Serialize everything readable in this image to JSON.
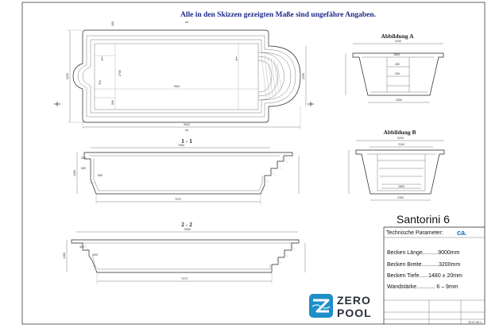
{
  "header": {
    "note": "Alle in den Skizzen gezeigten Maße sind ungefähre Angaben."
  },
  "plan": {
    "length_label": "9000",
    "inner_length_label": "7500",
    "width_label": "3200",
    "width_label_right": "2200",
    "small_dims": [
      "300",
      "500",
      "2700"
    ]
  },
  "section_1": {
    "label": "1 - 1",
    "top_dim": "7500",
    "bottom_dim": "7070",
    "side_dims": [
      "1480",
      "300",
      "500",
      "950"
    ]
  },
  "section_2": {
    "label": "2 - 2",
    "top_dim": "9000",
    "bottom_dim": "7070",
    "side_dims": [
      "1480",
      "300",
      "500"
    ]
  },
  "abbildung_a": {
    "title": "Abbildung A",
    "top_dim": "3200",
    "inner_dims": [
      "1500",
      "450",
      "250"
    ],
    "bottom_dim": "2300"
  },
  "abbildung_b": {
    "title": "Abbildung B",
    "top_dim": "3200",
    "upper_dim": "2100",
    "lower_dim": "1800",
    "bottom_dim": "2300"
  },
  "title_block": {
    "model": "Santorini 6",
    "params_label": "Technische Parameter:",
    "params_logo": "ca.",
    "specs": [
      "Becken Länge..........9000mm",
      "Becken Breite...........3200mm",
      "Becken Tiefe......1480 ± 20mm",
      "Wandstärke............ 6 – 9mm"
    ],
    "footer_code": "20.07.09.1"
  },
  "brand": {
    "top": "ZERO",
    "bottom": "POOL"
  },
  "colors": {
    "note_blue": "#1f2a8a",
    "logo_blue": "#1e8fc8",
    "line": "#222222"
  }
}
